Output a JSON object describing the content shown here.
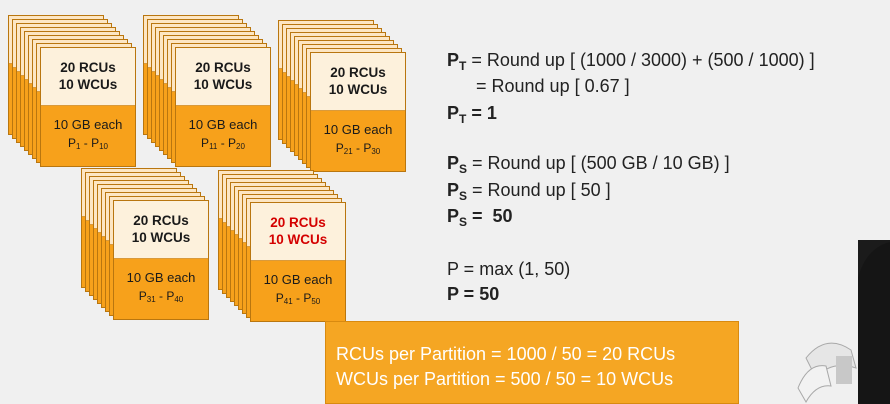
{
  "partition_groups": [
    {
      "rcu": "20 RCUs",
      "wcu": "10 WCUs",
      "size": "10 GB each",
      "p_from": "1",
      "p_to": "10",
      "highlight": false
    },
    {
      "rcu": "20 RCUs",
      "wcu": "10 WCUs",
      "size": "10 GB each",
      "p_from": "11",
      "p_to": "20",
      "highlight": false
    },
    {
      "rcu": "20 RCUs",
      "wcu": "10 WCUs",
      "size": "10 GB each",
      "p_from": "21",
      "p_to": "30",
      "highlight": false
    },
    {
      "rcu": "20 RCUs",
      "wcu": "10 WCUs",
      "size": "10 GB each",
      "p_from": "31",
      "p_to": "40",
      "highlight": false
    },
    {
      "rcu": "20 RCUs",
      "wcu": "10 WCUs",
      "size": "10 GB each",
      "p_from": "41",
      "p_to": "50",
      "highlight": true
    }
  ],
  "partition_prefix": "P",
  "range_separator": " - ",
  "equations": {
    "pt_sub": "T",
    "ps_sub": "S",
    "pt_line1": "Round up [ (1000 / 3000) + (500 / 1000) ]",
    "pt_line2": "= Round up [ 0.67 ]",
    "pt_result": "1",
    "ps_line1": "Round up [ (500 GB / 10 GB) ]",
    "ps_line2": "Round up [ 50 ]",
    "ps_result": "50",
    "p_max": "P = max (1, 50)",
    "p_final": "P = 50"
  },
  "result_box": {
    "line1": "RCUs per Partition  = 1000 / 50 = 20 RCUs",
    "line2": "WCUs per Partition =  500 / 50 = 10 WCUs"
  },
  "colors": {
    "orange": "#f7a11b",
    "card_top": "#fdf1dc",
    "highlight_red": "#d40000",
    "background": "#f0f0f0"
  }
}
